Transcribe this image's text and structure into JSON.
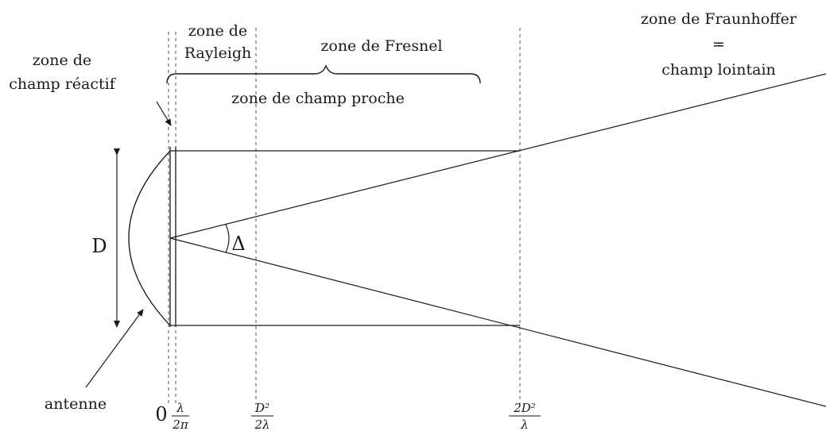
{
  "labels": {
    "zone_reactive_line1": "zone de",
    "zone_reactive_line2": "champ réactif",
    "zone_rayleigh_line1": "zone de",
    "zone_rayleigh_line2": "Rayleigh",
    "zone_fresnel": "zone de Fresnel",
    "zone_near_field": "zone de champ proche",
    "zone_fraunhofer_line1": "zone de Fraunhoffer",
    "zone_fraunhofer_equals": "=",
    "zone_fraunhofer_line2": "champ lointain",
    "antenna": "antenne",
    "diameter": "D",
    "angle": "Δ"
  },
  "axis_marks": {
    "zero": "0",
    "rayleigh_num": "λ",
    "rayleigh_den": "2π",
    "fresnel_num": "D²",
    "fresnel_den": "2λ",
    "fraunhofer_num": "2D²",
    "fraunhofer_den": "λ"
  }
}
